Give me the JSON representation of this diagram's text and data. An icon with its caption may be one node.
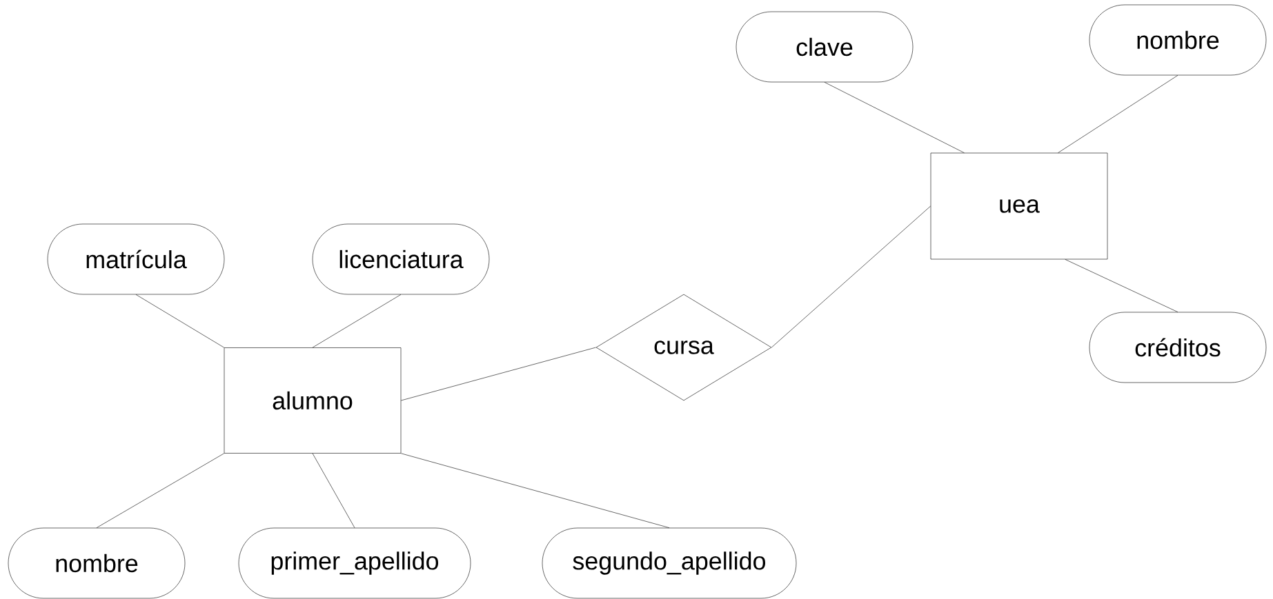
{
  "diagram": {
    "nodes": [
      {
        "text": [
          "clave"
        ]
      },
      {
        "text": [
          "nombre"
        ]
      },
      {
        "text": [
          "uea"
        ]
      },
      {
        "text": [
          "matrícula"
        ]
      },
      {
        "text": [
          "licenciatura"
        ]
      },
      {
        "text": [
          "cursa"
        ]
      },
      {
        "text": [
          "créditos"
        ]
      },
      {
        "text": [
          "alumno"
        ]
      },
      {
        "text": [
          "nombre"
        ]
      },
      {
        "text": [
          "primer_apellido"
        ]
      },
      {
        "text": [
          "segundo_apellido"
        ]
      }
    ],
    "edges": [
      {
        "from": 3,
        "to": 7,
        "arrow": "none"
      },
      {
        "from": 4,
        "to": 7,
        "arrow": "none"
      },
      {
        "from": 7,
        "to": 8,
        "arrow": "none"
      },
      {
        "from": 7,
        "to": 9,
        "arrow": "none"
      },
      {
        "from": 7,
        "to": 10,
        "arrow": "none"
      },
      {
        "from": 7,
        "to": 5,
        "arrow": "none"
      },
      {
        "from": 5,
        "to": 2,
        "arrow": "none"
      },
      {
        "from": 2,
        "to": 0,
        "arrow": "none"
      },
      {
        "from": 2,
        "to": 1,
        "arrow": "none"
      },
      {
        "from": 2,
        "to": 6,
        "arrow": "none"
      }
    ]
  }
}
